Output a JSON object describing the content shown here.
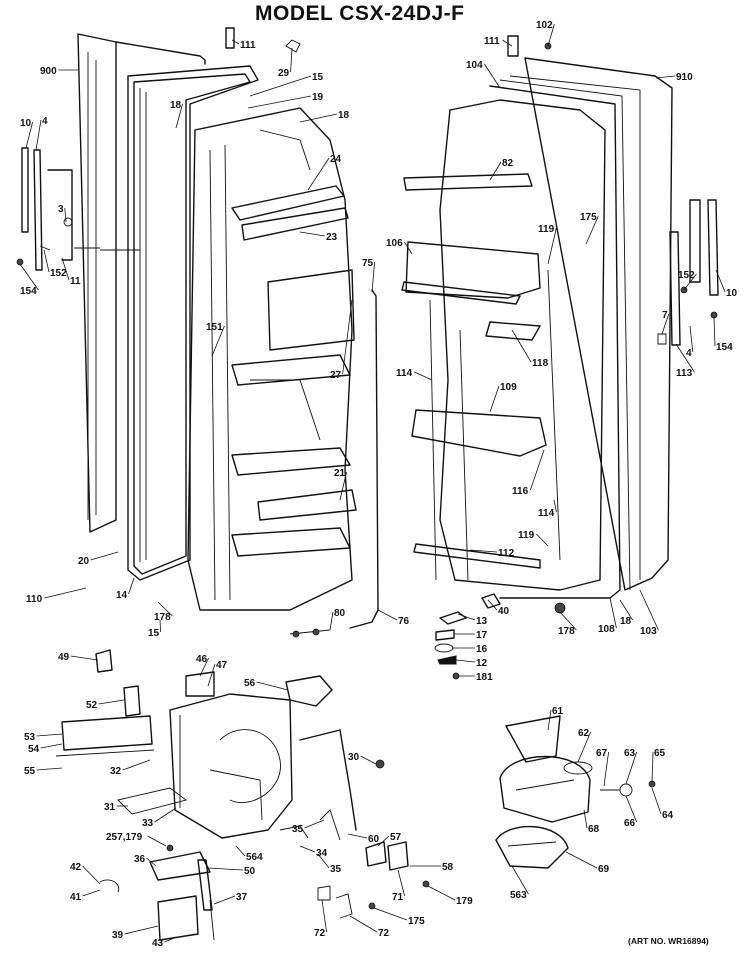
{
  "title": "MODEL CSX-24DJ-F",
  "art_number": "(ART NO. WR16894)",
  "callouts": [
    {
      "id": "c102",
      "text": "102"
    },
    {
      "id": "c111a",
      "text": "111"
    },
    {
      "id": "c111b",
      "text": "111"
    },
    {
      "id": "c900",
      "text": "900"
    },
    {
      "id": "c29",
      "text": "29"
    },
    {
      "id": "c15a",
      "text": "15"
    },
    {
      "id": "c19",
      "text": "19"
    },
    {
      "id": "c18a",
      "text": "18"
    },
    {
      "id": "c18b",
      "text": "18"
    },
    {
      "id": "c104",
      "text": "104"
    },
    {
      "id": "c910",
      "text": "910"
    },
    {
      "id": "c10a",
      "text": "10"
    },
    {
      "id": "c4a",
      "text": "4"
    },
    {
      "id": "c24",
      "text": "24"
    },
    {
      "id": "c82",
      "text": "82"
    },
    {
      "id": "c175a",
      "text": "175"
    },
    {
      "id": "c3",
      "text": "3"
    },
    {
      "id": "c106",
      "text": "106"
    },
    {
      "id": "c119a",
      "text": "119"
    },
    {
      "id": "c23",
      "text": "23"
    },
    {
      "id": "c152a",
      "text": "152"
    },
    {
      "id": "c11",
      "text": "11"
    },
    {
      "id": "c154a",
      "text": "154"
    },
    {
      "id": "c75",
      "text": "75"
    },
    {
      "id": "c152b",
      "text": "152"
    },
    {
      "id": "c10b",
      "text": "10"
    },
    {
      "id": "c7",
      "text": "7"
    },
    {
      "id": "c151",
      "text": "151"
    },
    {
      "id": "c118",
      "text": "118"
    },
    {
      "id": "c154b",
      "text": "154"
    },
    {
      "id": "c4b",
      "text": "4"
    },
    {
      "id": "c113",
      "text": "113"
    },
    {
      "id": "c27",
      "text": "27"
    },
    {
      "id": "c114a",
      "text": "114"
    },
    {
      "id": "c109",
      "text": "109"
    },
    {
      "id": "c21",
      "text": "21"
    },
    {
      "id": "c116",
      "text": "116"
    },
    {
      "id": "c114b",
      "text": "114"
    },
    {
      "id": "c112",
      "text": "112"
    },
    {
      "id": "c119b",
      "text": "119"
    },
    {
      "id": "c20",
      "text": "20"
    },
    {
      "id": "c110",
      "text": "110"
    },
    {
      "id": "c14",
      "text": "14"
    },
    {
      "id": "c178a",
      "text": "178"
    },
    {
      "id": "c15b",
      "text": "15"
    },
    {
      "id": "c80",
      "text": "80"
    },
    {
      "id": "c76",
      "text": "76"
    },
    {
      "id": "c40",
      "text": "40"
    },
    {
      "id": "c178b",
      "text": "178"
    },
    {
      "id": "c108",
      "text": "108"
    },
    {
      "id": "c18c",
      "text": "18"
    },
    {
      "id": "c103",
      "text": "103"
    },
    {
      "id": "c13",
      "text": "13"
    },
    {
      "id": "c17",
      "text": "17"
    },
    {
      "id": "c16",
      "text": "16"
    },
    {
      "id": "c12",
      "text": "12"
    },
    {
      "id": "c181",
      "text": "181"
    },
    {
      "id": "c49",
      "text": "49"
    },
    {
      "id": "c46",
      "text": "46"
    },
    {
      "id": "c47",
      "text": "47"
    },
    {
      "id": "c56",
      "text": "56"
    },
    {
      "id": "c52",
      "text": "52"
    },
    {
      "id": "c53",
      "text": "53"
    },
    {
      "id": "c54",
      "text": "54"
    },
    {
      "id": "c55",
      "text": "55"
    },
    {
      "id": "c32",
      "text": "32"
    },
    {
      "id": "c30",
      "text": "30"
    },
    {
      "id": "c61",
      "text": "61"
    },
    {
      "id": "c62",
      "text": "62"
    },
    {
      "id": "c67",
      "text": "67"
    },
    {
      "id": "c63",
      "text": "63"
    },
    {
      "id": "c65",
      "text": "65"
    },
    {
      "id": "c31",
      "text": "31"
    },
    {
      "id": "c33",
      "text": "33"
    },
    {
      "id": "c66",
      "text": "66"
    },
    {
      "id": "c64",
      "text": "64"
    },
    {
      "id": "c68",
      "text": "68"
    },
    {
      "id": "c35a",
      "text": "35"
    },
    {
      "id": "c60",
      "text": "60"
    },
    {
      "id": "c257",
      "text": "257,179"
    },
    {
      "id": "c34",
      "text": "34"
    },
    {
      "id": "c564",
      "text": "564"
    },
    {
      "id": "c57",
      "text": "57"
    },
    {
      "id": "c36",
      "text": "36"
    },
    {
      "id": "c50",
      "text": "50"
    },
    {
      "id": "c35b",
      "text": "35"
    },
    {
      "id": "c69",
      "text": "69"
    },
    {
      "id": "c42",
      "text": "42"
    },
    {
      "id": "c58",
      "text": "58"
    },
    {
      "id": "c41",
      "text": "41"
    },
    {
      "id": "c37",
      "text": "37"
    },
    {
      "id": "c71",
      "text": "71"
    },
    {
      "id": "c179",
      "text": "179"
    },
    {
      "id": "c563",
      "text": "563"
    },
    {
      "id": "c39",
      "text": "39"
    },
    {
      "id": "c175b",
      "text": "175"
    },
    {
      "id": "c72a",
      "text": "72"
    },
    {
      "id": "c72b",
      "text": "72"
    },
    {
      "id": "c43",
      "text": "43"
    }
  ]
}
